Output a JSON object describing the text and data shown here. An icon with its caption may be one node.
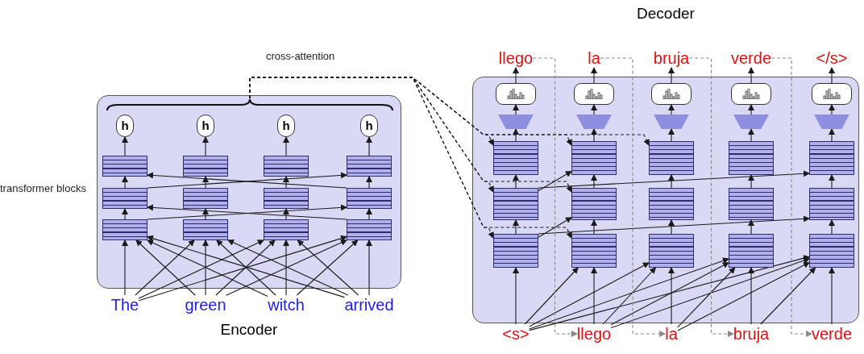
{
  "diagram": {
    "nodes": [
      {
        "text": [
          "Encoder"
        ]
      },
      {
        "text": [],
        "shape": "brace",
        "in": 0
      },
      {
        "text": [
          "h"
        ],
        "in": 0
      },
      {
        "text": [
          "h"
        ],
        "in": 0
      },
      {
        "text": [
          "h"
        ],
        "in": 0
      },
      {
        "text": [
          "h"
        ],
        "in": 0
      },
      {
        "text": [],
        "shape": "box",
        "in": 0
      },
      {
        "text": [],
        "shape": "box",
        "in": 0
      },
      {
        "text": [],
        "shape": "box",
        "in": 0
      },
      {
        "text": [],
        "shape": "box",
        "in": 0
      },
      {
        "text": [],
        "shape": "box",
        "in": 0
      },
      {
        "text": [],
        "shape": "box",
        "in": 0
      },
      {
        "text": [],
        "shape": "box",
        "in": 0
      },
      {
        "text": [],
        "shape": "box",
        "in": 0
      },
      {
        "text": [],
        "shape": "box",
        "in": 0
      },
      {
        "text": [],
        "shape": "box",
        "in": 0
      },
      {
        "text": [],
        "shape": "box",
        "in": 0
      },
      {
        "text": [],
        "shape": "box",
        "in": 0
      },
      {
        "text": [
          "The"
        ]
      },
      {
        "text": [
          "green"
        ]
      },
      {
        "text": [
          "witch"
        ]
      },
      {
        "text": [
          "arrived"
        ]
      },
      {
        "text": [
          "Decoder"
        ]
      },
      {
        "text": [
          "llego"
        ]
      },
      {
        "text": [
          "la"
        ]
      },
      {
        "text": [
          "bruja"
        ]
      },
      {
        "text": [
          "verde"
        ]
      },
      {
        "text": [
          "</s>"
        ]
      },
      {
        "text": [],
        "shape": "box",
        "in": 22
      },
      {
        "text": [],
        "shape": "box",
        "in": 22
      },
      {
        "text": [],
        "shape": "box",
        "in": 22
      },
      {
        "text": [],
        "shape": "box",
        "in": 22
      },
      {
        "text": [],
        "shape": "box",
        "in": 22
      },
      {
        "text": [],
        "shape": "trapezoid",
        "in": 22
      },
      {
        "text": [],
        "shape": "trapezoid",
        "in": 22
      },
      {
        "text": [],
        "shape": "trapezoid",
        "in": 22
      },
      {
        "text": [],
        "shape": "trapezoid",
        "in": 22
      },
      {
        "text": [],
        "shape": "trapezoid",
        "in": 22
      },
      {
        "text": [],
        "shape": "box",
        "in": 22
      },
      {
        "text": [],
        "shape": "box",
        "in": 22
      },
      {
        "text": [],
        "shape": "box",
        "in": 22
      },
      {
        "text": [],
        "shape": "box",
        "in": 22
      },
      {
        "text": [],
        "shape": "box",
        "in": 22
      },
      {
        "text": [],
        "shape": "box",
        "in": 22
      },
      {
        "text": [],
        "shape": "box",
        "in": 22
      },
      {
        "text": [],
        "shape": "box",
        "in": 22
      },
      {
        "text": [],
        "shape": "box",
        "in": 22
      },
      {
        "text": [],
        "shape": "box",
        "in": 22
      },
      {
        "text": [],
        "shape": "box",
        "in": 22
      },
      {
        "text": [],
        "shape": "box",
        "in": 22
      },
      {
        "text": [],
        "shape": "box",
        "in": 22
      },
      {
        "text": [],
        "shape": "box",
        "in": 22
      },
      {
        "text": [],
        "shape": "box",
        "in": 22
      },
      {
        "text": [
          "<s>"
        ]
      },
      {
        "text": [
          "llego"
        ]
      },
      {
        "text": [
          "la"
        ]
      },
      {
        "text": [
          "bruja"
        ]
      },
      {
        "text": [
          "verde"
        ]
      }
    ],
    "edges": [
      {
        "from": 18,
        "to": 14,
        "arrow": "to"
      },
      {
        "from": 18,
        "to": 15,
        "arrow": "to"
      },
      {
        "from": 18,
        "to": 16,
        "arrow": "to"
      },
      {
        "from": 18,
        "to": 17,
        "arrow": "to"
      },
      {
        "from": 19,
        "to": 14,
        "arrow": "to"
      },
      {
        "from": 19,
        "to": 15,
        "arrow": "to"
      },
      {
        "from": 19,
        "to": 16,
        "arrow": "to"
      },
      {
        "from": 19,
        "to": 17,
        "arrow": "to"
      },
      {
        "from": 20,
        "to": 14,
        "arrow": "to"
      },
      {
        "from": 20,
        "to": 15,
        "arrow": "to"
      },
      {
        "from": 20,
        "to": 16,
        "arrow": "to"
      },
      {
        "from": 20,
        "to": 17,
        "arrow": "to"
      },
      {
        "from": 21,
        "to": 14,
        "arrow": "to"
      },
      {
        "from": 21,
        "to": 15,
        "arrow": "to"
      },
      {
        "from": 21,
        "to": 16,
        "arrow": "to"
      },
      {
        "from": 21,
        "to": 17,
        "arrow": "to"
      },
      {
        "from": 14,
        "to": 10,
        "arrow": "to"
      },
      {
        "from": 15,
        "to": 11,
        "arrow": "to"
      },
      {
        "from": 16,
        "to": 12,
        "arrow": "to"
      },
      {
        "from": 17,
        "to": 13,
        "arrow": "to"
      },
      {
        "from": 14,
        "to": 13,
        "arrow": "to"
      },
      {
        "from": 17,
        "to": 10,
        "arrow": "to"
      },
      {
        "from": 10,
        "to": 6,
        "arrow": "to"
      },
      {
        "from": 11,
        "to": 7,
        "arrow": "to"
      },
      {
        "from": 12,
        "to": 8,
        "arrow": "to"
      },
      {
        "from": 13,
        "to": 9,
        "arrow": "to"
      },
      {
        "from": 10,
        "to": 9,
        "arrow": "to"
      },
      {
        "from": 13,
        "to": 6,
        "arrow": "to"
      },
      {
        "from": 6,
        "to": 2,
        "arrow": "to"
      },
      {
        "from": 7,
        "to": 3,
        "arrow": "to"
      },
      {
        "from": 8,
        "to": 4,
        "arrow": "to"
      },
      {
        "from": 9,
        "to": 5,
        "arrow": "to"
      },
      {
        "from": 1,
        "to": 38,
        "arrow": "to",
        "style": "dashed"
      },
      {
        "from": 1,
        "to": 43,
        "arrow": "to",
        "style": "dashed"
      },
      {
        "from": 1,
        "to": 48,
        "arrow": "to",
        "style": "dashed"
      },
      {
        "from": 1,
        "to": 39,
        "arrow": "to",
        "style": "dashed"
      },
      {
        "from": 1,
        "to": 44,
        "arrow": "to",
        "style": "dashed"
      },
      {
        "from": 1,
        "to": 49,
        "arrow": "to",
        "style": "dashed"
      },
      {
        "from": 1,
        "to": 40,
        "arrow": "to",
        "style": "dashed"
      },
      {
        "from": 53,
        "to": 48,
        "arrow": "to"
      },
      {
        "from": 53,
        "to": 49,
        "arrow": "to"
      },
      {
        "from": 53,
        "to": 50,
        "arrow": "to"
      },
      {
        "from": 53,
        "to": 51,
        "arrow": "to"
      },
      {
        "from": 53,
        "to": 52,
        "arrow": "to"
      },
      {
        "from": 54,
        "to": 49,
        "arrow": "to"
      },
      {
        "from": 54,
        "to": 50,
        "arrow": "to"
      },
      {
        "from": 54,
        "to": 51,
        "arrow": "to"
      },
      {
        "from": 54,
        "to": 52,
        "arrow": "to"
      },
      {
        "from": 55,
        "to": 50,
        "arrow": "to"
      },
      {
        "from": 55,
        "to": 51,
        "arrow": "to"
      },
      {
        "from": 55,
        "to": 52,
        "arrow": "to"
      },
      {
        "from": 56,
        "to": 51,
        "arrow": "to"
      },
      {
        "from": 56,
        "to": 52,
        "arrow": "to"
      },
      {
        "from": 57,
        "to": 52,
        "arrow": "to"
      },
      {
        "from": 48,
        "to": 43,
        "arrow": "to"
      },
      {
        "from": 49,
        "to": 44,
        "arrow": "to"
      },
      {
        "from": 50,
        "to": 45,
        "arrow": "to"
      },
      {
        "from": 51,
        "to": 46,
        "arrow": "to"
      },
      {
        "from": 52,
        "to": 47,
        "arrow": "to"
      },
      {
        "from": 48,
        "to": 44,
        "arrow": "to"
      },
      {
        "from": 48,
        "to": 47,
        "arrow": "to"
      },
      {
        "from": 43,
        "to": 38,
        "arrow": "to"
      },
      {
        "from": 44,
        "to": 39,
        "arrow": "to"
      },
      {
        "from": 45,
        "to": 40,
        "arrow": "to"
      },
      {
        "from": 46,
        "to": 41,
        "arrow": "to"
      },
      {
        "from": 47,
        "to": 42,
        "arrow": "to"
      },
      {
        "from": 43,
        "to": 39,
        "arrow": "to"
      },
      {
        "from": 43,
        "to": 42,
        "arrow": "to"
      },
      {
        "from": 38,
        "to": 33,
        "arrow": "to"
      },
      {
        "from": 39,
        "to": 34,
        "arrow": "to"
      },
      {
        "from": 40,
        "to": 35,
        "arrow": "to"
      },
      {
        "from": 41,
        "to": 36,
        "arrow": "to"
      },
      {
        "from": 42,
        "to": 37,
        "arrow": "to"
      },
      {
        "from": 33,
        "to": 28,
        "arrow": "to"
      },
      {
        "from": 34,
        "to": 29,
        "arrow": "to"
      },
      {
        "from": 35,
        "to": 30,
        "arrow": "to"
      },
      {
        "from": 36,
        "to": 31,
        "arrow": "to"
      },
      {
        "from": 37,
        "to": 32,
        "arrow": "to"
      },
      {
        "from": 28,
        "to": 23,
        "arrow": "to"
      },
      {
        "from": 29,
        "to": 24,
        "arrow": "to"
      },
      {
        "from": 30,
        "to": 25,
        "arrow": "to"
      },
      {
        "from": 31,
        "to": 26,
        "arrow": "to"
      },
      {
        "from": 32,
        "to": 27,
        "arrow": "to"
      },
      {
        "from": 23,
        "to": 54,
        "arrow": "to",
        "style": "dashed",
        "color": "#888888"
      },
      {
        "from": 24,
        "to": 55,
        "arrow": "to",
        "style": "dashed",
        "color": "#888888"
      },
      {
        "from": 25,
        "to": 56,
        "arrow": "to",
        "style": "dashed",
        "color": "#888888"
      },
      {
        "from": 26,
        "to": 57,
        "arrow": "to",
        "style": "dashed",
        "color": "#888888"
      }
    ],
    "labels": [
      "cross-attention",
      "transformer blocks"
    ]
  }
}
